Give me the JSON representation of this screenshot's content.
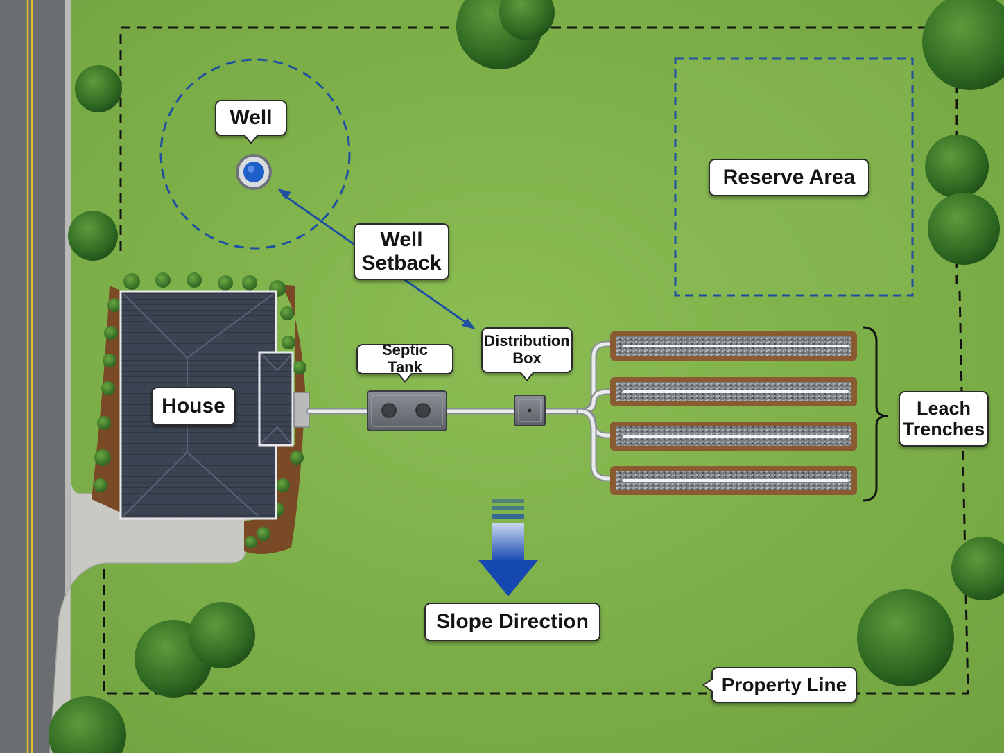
{
  "labels": {
    "well": "Well",
    "well_setback_line1": "Well",
    "well_setback_line2": "Setback",
    "reserve_area": "Reserve Area",
    "house": "House",
    "septic_tank": "Septic Tank",
    "distribution_box_line1": "Distribution",
    "distribution_box_line2": "Box",
    "leach_trenches_line1": "Leach",
    "leach_trenches_line2": "Trenches",
    "slope_direction": "Slope Direction",
    "property_line": "Property Line"
  },
  "colors": {
    "grass": "#7fb24a",
    "setback_blue": "#1f4fa0",
    "slope_arrow_blue": "#1548b0",
    "property_line": "#141414",
    "roof": "#3c4453",
    "road": "#6b6e71",
    "road_line": "#e3bf2a"
  },
  "icons": {
    "well": "well-icon",
    "tree": "tree-icon",
    "slope_arrow": "arrow-down-icon"
  }
}
